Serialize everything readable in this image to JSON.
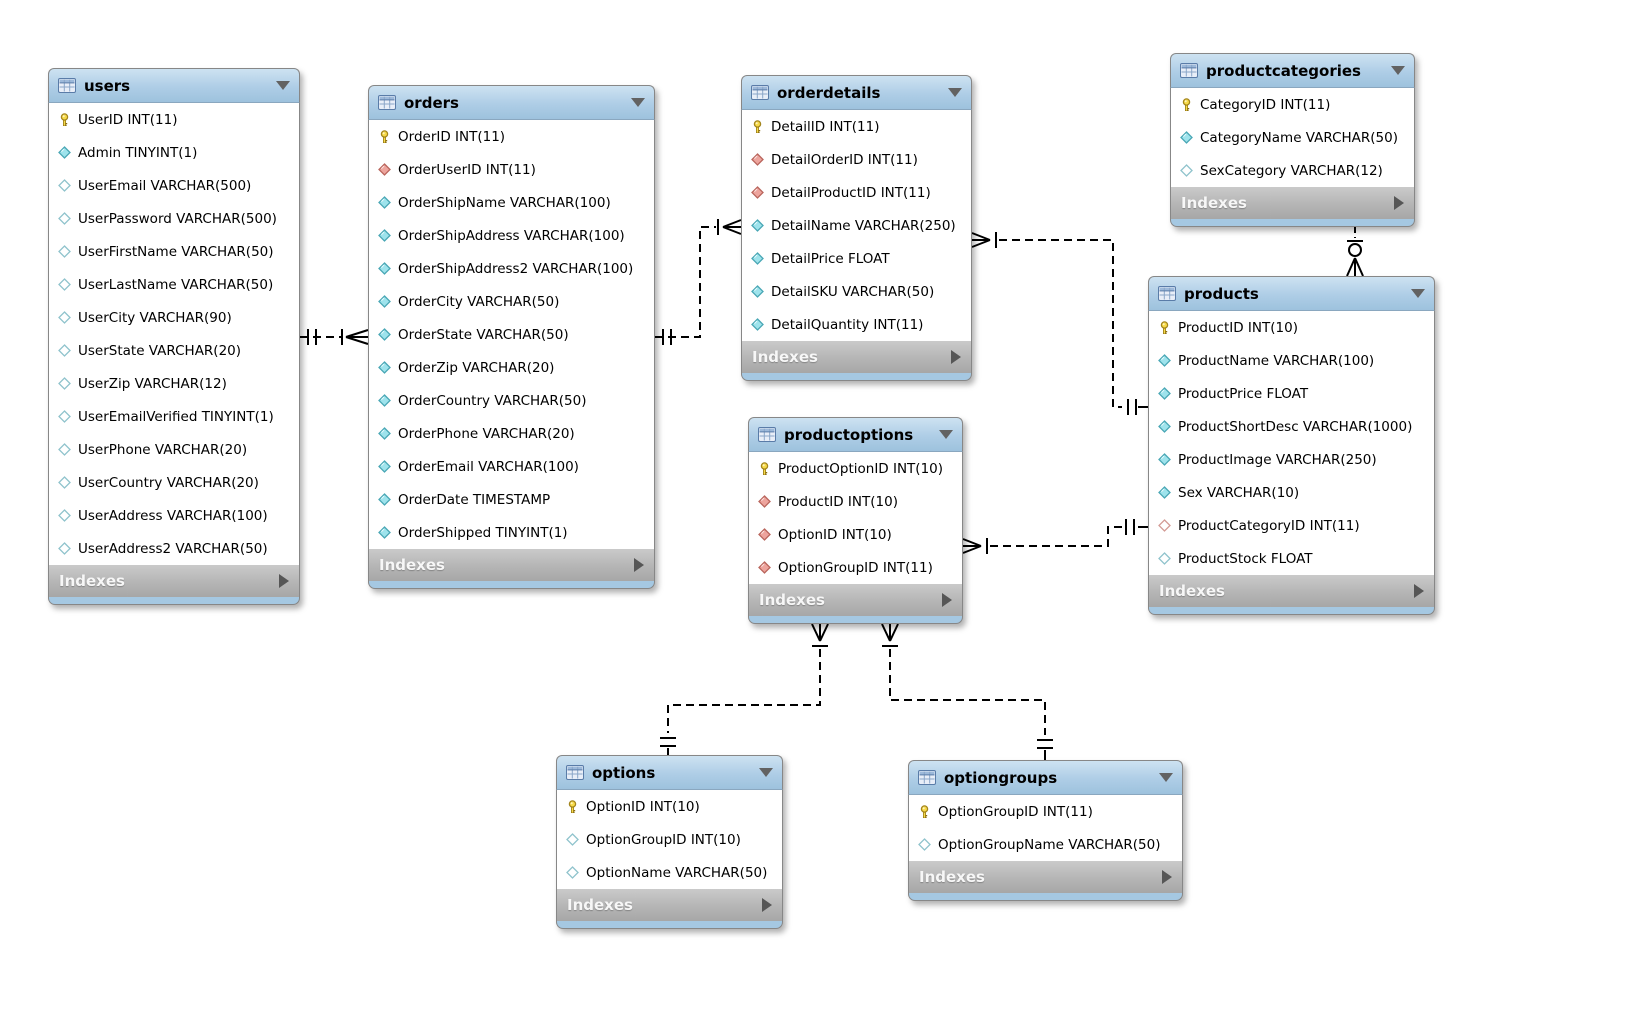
{
  "tables": [
    {
      "id": "users",
      "name": "users",
      "footer": "Indexes",
      "fields": [
        {
          "icon": "key",
          "text": "UserID INT(11)"
        },
        {
          "icon": "col",
          "text": "Admin TINYINT(1)"
        },
        {
          "icon": "col-outline",
          "text": "UserEmail VARCHAR(500)"
        },
        {
          "icon": "col-outline",
          "text": "UserPassword VARCHAR(500)"
        },
        {
          "icon": "col-outline",
          "text": "UserFirstName VARCHAR(50)"
        },
        {
          "icon": "col-outline",
          "text": "UserLastName VARCHAR(50)"
        },
        {
          "icon": "col-outline",
          "text": "UserCity VARCHAR(90)"
        },
        {
          "icon": "col-outline",
          "text": "UserState VARCHAR(20)"
        },
        {
          "icon": "col-outline",
          "text": "UserZip VARCHAR(12)"
        },
        {
          "icon": "col-outline",
          "text": "UserEmailVerified TINYINT(1)"
        },
        {
          "icon": "col-outline",
          "text": "UserPhone VARCHAR(20)"
        },
        {
          "icon": "col-outline",
          "text": "UserCountry VARCHAR(20)"
        },
        {
          "icon": "col-outline",
          "text": "UserAddress VARCHAR(100)"
        },
        {
          "icon": "col-outline",
          "text": "UserAddress2 VARCHAR(50)"
        }
      ]
    },
    {
      "id": "orders",
      "name": "orders",
      "footer": "Indexes",
      "fields": [
        {
          "icon": "key",
          "text": "OrderID INT(11)"
        },
        {
          "icon": "fk",
          "text": "OrderUserID INT(11)"
        },
        {
          "icon": "col",
          "text": "OrderShipName VARCHAR(100)"
        },
        {
          "icon": "col",
          "text": "OrderShipAddress VARCHAR(100)"
        },
        {
          "icon": "col",
          "text": "OrderShipAddress2 VARCHAR(100)"
        },
        {
          "icon": "col",
          "text": "OrderCity VARCHAR(50)"
        },
        {
          "icon": "col",
          "text": "OrderState VARCHAR(50)"
        },
        {
          "icon": "col",
          "text": "OrderZip VARCHAR(20)"
        },
        {
          "icon": "col",
          "text": "OrderCountry VARCHAR(50)"
        },
        {
          "icon": "col",
          "text": "OrderPhone VARCHAR(20)"
        },
        {
          "icon": "col",
          "text": "OrderEmail VARCHAR(100)"
        },
        {
          "icon": "col",
          "text": "OrderDate TIMESTAMP"
        },
        {
          "icon": "col",
          "text": "OrderShipped TINYINT(1)"
        }
      ]
    },
    {
      "id": "orderdetails",
      "name": "orderdetails",
      "footer": "Indexes",
      "fields": [
        {
          "icon": "key",
          "text": "DetailID INT(11)"
        },
        {
          "icon": "fk",
          "text": "DetailOrderID INT(11)"
        },
        {
          "icon": "fk",
          "text": "DetailProductID INT(11)"
        },
        {
          "icon": "col",
          "text": "DetailName VARCHAR(250)"
        },
        {
          "icon": "col",
          "text": "DetailPrice FLOAT"
        },
        {
          "icon": "col",
          "text": "DetailSKU VARCHAR(50)"
        },
        {
          "icon": "col",
          "text": "DetailQuantity INT(11)"
        }
      ]
    },
    {
      "id": "productcategories",
      "name": "productcategories",
      "footer": "Indexes",
      "fields": [
        {
          "icon": "key",
          "text": "CategoryID INT(11)"
        },
        {
          "icon": "col",
          "text": "CategoryName VARCHAR(50)"
        },
        {
          "icon": "col-outline",
          "text": "SexCategory VARCHAR(12)"
        }
      ]
    },
    {
      "id": "products",
      "name": "products",
      "footer": "Indexes",
      "fields": [
        {
          "icon": "key",
          "text": "ProductID INT(10)"
        },
        {
          "icon": "col",
          "text": "ProductName VARCHAR(100)"
        },
        {
          "icon": "col",
          "text": "ProductPrice FLOAT"
        },
        {
          "icon": "col",
          "text": "ProductShortDesc VARCHAR(1000)"
        },
        {
          "icon": "col",
          "text": "ProductImage VARCHAR(250)"
        },
        {
          "icon": "col",
          "text": "Sex VARCHAR(10)"
        },
        {
          "icon": "fk-outline",
          "text": "ProductCategoryID INT(11)"
        },
        {
          "icon": "col-outline",
          "text": "ProductStock FLOAT"
        }
      ]
    },
    {
      "id": "productoptions",
      "name": "productoptions",
      "footer": "Indexes",
      "fields": [
        {
          "icon": "key",
          "text": "ProductOptionID INT(10)"
        },
        {
          "icon": "fk",
          "text": "ProductID INT(10)"
        },
        {
          "icon": "fk",
          "text": "OptionID INT(10)"
        },
        {
          "icon": "fk",
          "text": "OptionGroupID INT(11)"
        }
      ]
    },
    {
      "id": "options",
      "name": "options",
      "footer": "Indexes",
      "fields": [
        {
          "icon": "key",
          "text": "OptionID INT(10)"
        },
        {
          "icon": "col-outline",
          "text": "OptionGroupID INT(10)"
        },
        {
          "icon": "col-outline",
          "text": "OptionName VARCHAR(50)"
        }
      ]
    },
    {
      "id": "optiongroups",
      "name": "optiongroups",
      "footer": "Indexes",
      "fields": [
        {
          "icon": "key",
          "text": "OptionGroupID INT(11)"
        },
        {
          "icon": "col-outline",
          "text": "OptionGroupName VARCHAR(50)"
        }
      ]
    }
  ],
  "relationships": [
    {
      "one": "users",
      "many": "orders",
      "style": "dashed"
    },
    {
      "one": "orders",
      "many": "orderdetails",
      "style": "dashed"
    },
    {
      "one": "products",
      "many": "orderdetails",
      "style": "dashed"
    },
    {
      "one": "productcategories",
      "many": "products",
      "style": "dashed",
      "optional_one": true
    },
    {
      "one": "products",
      "many": "productoptions",
      "style": "dashed"
    },
    {
      "one": "options",
      "many": "productoptions",
      "style": "dashed"
    },
    {
      "one": "optiongroups",
      "many": "productoptions",
      "style": "dashed"
    }
  ],
  "colors": {
    "header_blue": "#aecde6",
    "footer_gray": "#b3b3b3",
    "strip_blue": "#a5c8e2",
    "key_icon": "#f7da4a",
    "column_notnull": "#9ee3ec",
    "fk_notnull": "#eda49d",
    "line": "#000000",
    "background": "#ffffff"
  }
}
